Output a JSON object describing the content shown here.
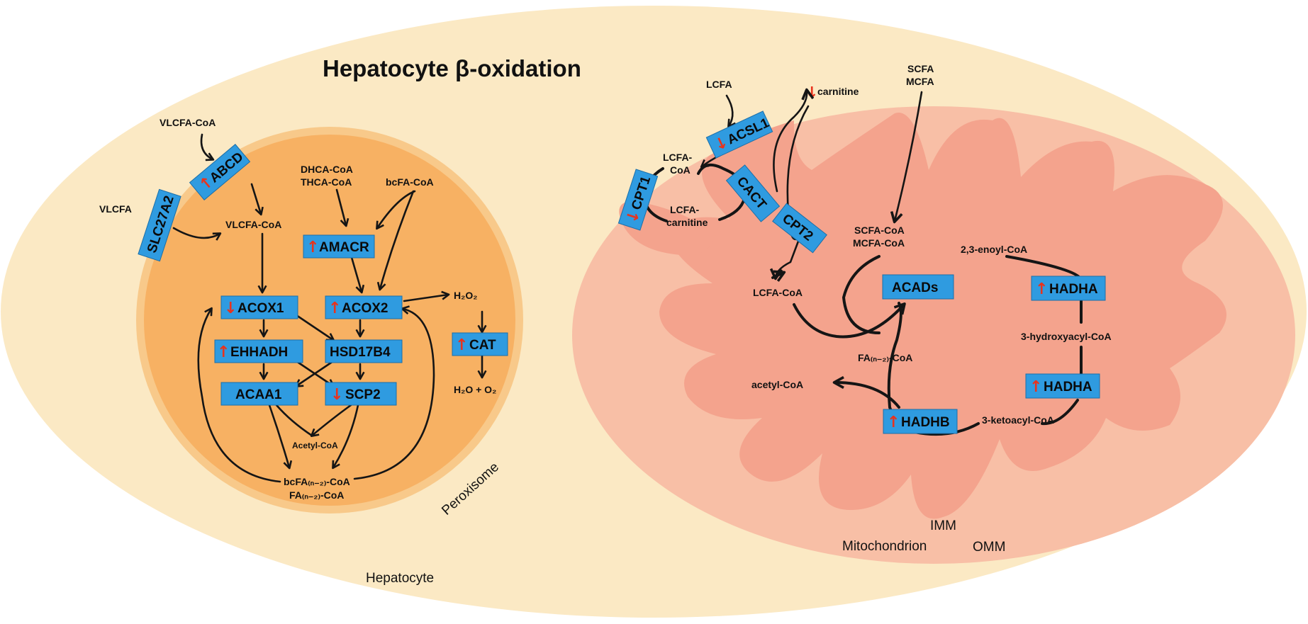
{
  "title": "Hepatocyte β-oxidation",
  "compartments": {
    "cell": "Hepatocyte",
    "peroxisome": "Peroxisome",
    "mitochondrion": "Mitochondrion",
    "imm": "IMM",
    "omm": "OMM"
  },
  "colors": {
    "cell": "#fbe9c4",
    "peroxisome_rim": "#f8c98a",
    "peroxisome": "#f7b163",
    "mitochondrion_outer": "#f8bfa6",
    "mitochondrion_inner": "#f4a38d",
    "enzyme_box": "#2f9be0",
    "arrow_up": "#e8331d",
    "arrow_down": "#e8331d"
  },
  "peroxisome": {
    "metabolites": {
      "vlcfa_coa_top": "VLCFA-CoA",
      "vlcfa": "VLCFA",
      "vlcfa_coa_inner": "VLCFA-CoA",
      "dhca_coa": "DHCA-CoA",
      "thca_coa": "THCA-CoA",
      "bcfa_coa": "bcFA-CoA",
      "h2o2": "H₂O₂",
      "h2o_o2": "H₂O + O₂",
      "acetyl_coa": "Acetyl-CoA",
      "bcfa_n2_coa": "bcFA₍ₙ₋₂₎-CoA",
      "fa_n2_coa": "FA₍ₙ₋₂₎-CoA"
    },
    "enzymes": {
      "abcd": {
        "label": "ABCD",
        "change": "up"
      },
      "slc27a2": {
        "label": "SLC27A2",
        "change": "none"
      },
      "amacr": {
        "label": "AMACR",
        "change": "up"
      },
      "acox1": {
        "label": "ACOX1",
        "change": "down"
      },
      "acox2": {
        "label": "ACOX2",
        "change": "up"
      },
      "cat": {
        "label": "CAT",
        "change": "up"
      },
      "ehhadh": {
        "label": "EHHADH",
        "change": "up"
      },
      "hsd17b4": {
        "label": "HSD17B4",
        "change": "none"
      },
      "acaa1": {
        "label": "ACAA1",
        "change": "none"
      },
      "scp2": {
        "label": "SCP2",
        "change": "down"
      }
    }
  },
  "mitochondrion": {
    "metabolites": {
      "lcfa": "LCFA",
      "carnitine": "carnitine",
      "scfa": "SCFA",
      "mcfa": "MCFA",
      "lcfa_coa_a": "LCFA-",
      "lcfa_coa_b": "CoA",
      "lcfa_carnitine_a": "LCFA-",
      "lcfa_carnitine_b": "carnitine",
      "scfa_coa": "SCFA-CoA",
      "mcfa_coa": "MCFA-CoA",
      "lcfa_coa_inner": "LCFA-CoA",
      "enoyl_coa": "2,3-enoyl-CoA",
      "hydroxyacyl_coa": "3-hydroxyacyl-CoA",
      "ketoacyl_coa": "3-ketoacyl-CoA",
      "fa_n2_coa": "FA₍ₙ₋₂₎-CoA",
      "acetyl_coa": "acetyl-CoA"
    },
    "enzymes": {
      "acsl1": {
        "label": "ACSL1",
        "change": "down"
      },
      "cpt1": {
        "label": "CPT1",
        "change": "down"
      },
      "cact": {
        "label": "CACT",
        "change": "none"
      },
      "cpt2": {
        "label": "CPT2",
        "change": "none"
      },
      "acads": {
        "label": "ACADs",
        "change": "none"
      },
      "hadha_1": {
        "label": "HADHA",
        "change": "up"
      },
      "hadha_2": {
        "label": "HADHA",
        "change": "up"
      },
      "hadhb": {
        "label": "HADHB",
        "change": "up"
      }
    }
  }
}
